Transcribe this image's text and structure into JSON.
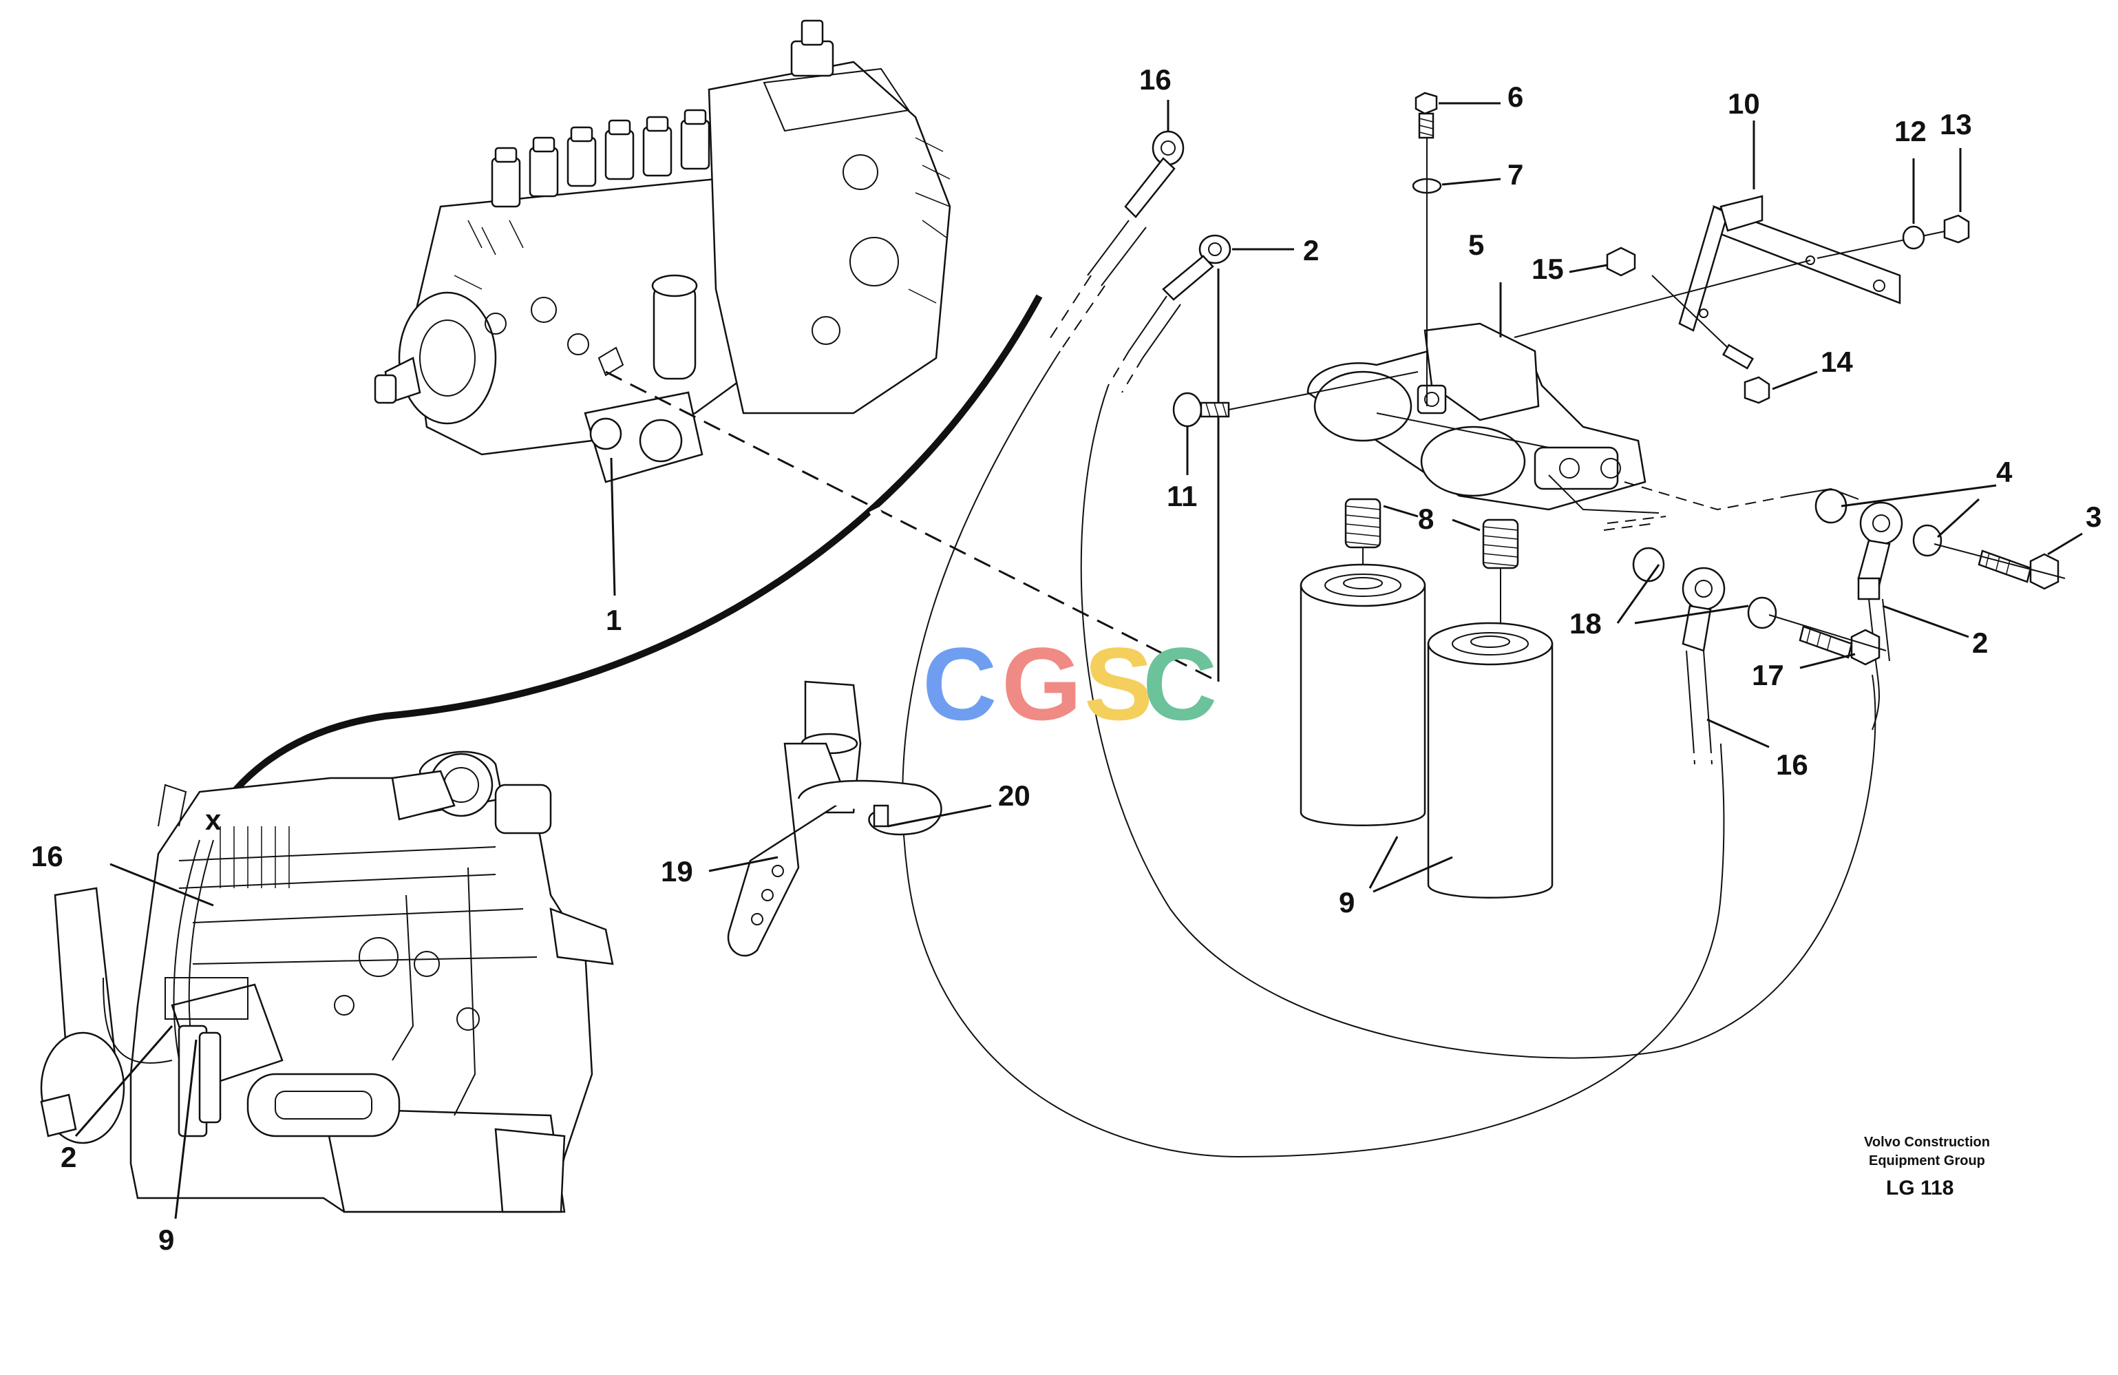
{
  "callouts": [
    "1",
    "2",
    "3",
    "4",
    "5",
    "6",
    "7",
    "8",
    "9",
    "10",
    "11",
    "12",
    "13",
    "14",
    "15",
    "16",
    "17",
    "18",
    "19",
    "20"
  ],
  "watermark": {
    "letters": [
      "C",
      "G",
      "S",
      "C"
    ],
    "colors": [
      "#6f9ef0",
      "#f08a84",
      "#f5cf5c",
      "#6cc29a"
    ]
  },
  "footer": {
    "company_line1": "Volvo Construction",
    "company_line2": "Equipment Group",
    "code": "LG 118"
  }
}
